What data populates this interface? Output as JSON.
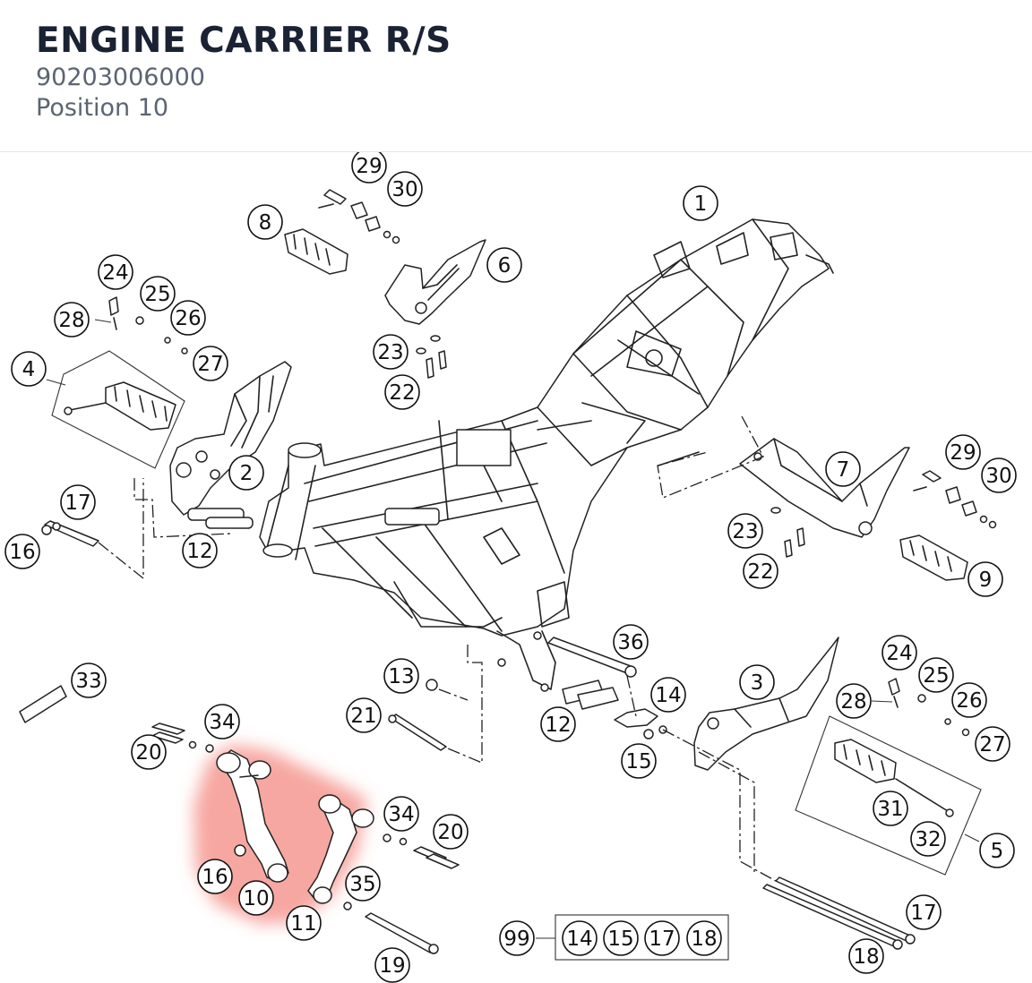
{
  "header": {
    "title": "ENGINE CARRIER R/S",
    "part_number": "90203006000",
    "position": "Position 10"
  },
  "colors": {
    "highlight": "#f2685c",
    "line": "#222222",
    "title": "#1a2233",
    "subtitle": "#5b6472"
  },
  "labels": [
    {
      "id": "callout-1",
      "text": "1"
    },
    {
      "id": "callout-2",
      "text": "2"
    },
    {
      "id": "callout-3",
      "text": "3"
    },
    {
      "id": "callout-4",
      "text": "4"
    },
    {
      "id": "callout-5",
      "text": "5"
    },
    {
      "id": "callout-6",
      "text": "6"
    },
    {
      "id": "callout-7",
      "text": "7"
    },
    {
      "id": "callout-8",
      "text": "8"
    },
    {
      "id": "callout-9",
      "text": "9"
    },
    {
      "id": "callout-10",
      "text": "10"
    },
    {
      "id": "callout-11",
      "text": "11"
    },
    {
      "id": "callout-12-left",
      "text": "12"
    },
    {
      "id": "callout-12-center",
      "text": "12"
    },
    {
      "id": "callout-13",
      "text": "13"
    },
    {
      "id": "callout-14-right",
      "text": "14"
    },
    {
      "id": "callout-15",
      "text": "15"
    },
    {
      "id": "callout-16-left",
      "text": "16"
    },
    {
      "id": "callout-16-highlight",
      "text": "16"
    },
    {
      "id": "callout-17-left",
      "text": "17"
    },
    {
      "id": "callout-17-right",
      "text": "17"
    },
    {
      "id": "callout-18",
      "text": "18"
    },
    {
      "id": "callout-19",
      "text": "19"
    },
    {
      "id": "callout-20-left",
      "text": "20"
    },
    {
      "id": "callout-20-right",
      "text": "20"
    },
    {
      "id": "callout-21",
      "text": "21"
    },
    {
      "id": "callout-22-top",
      "text": "22"
    },
    {
      "id": "callout-22-right",
      "text": "22"
    },
    {
      "id": "callout-23-top",
      "text": "23"
    },
    {
      "id": "callout-23-right",
      "text": "23"
    },
    {
      "id": "callout-24-left",
      "text": "24"
    },
    {
      "id": "callout-24-right",
      "text": "24"
    },
    {
      "id": "callout-25-left",
      "text": "25"
    },
    {
      "id": "callout-25-right",
      "text": "25"
    },
    {
      "id": "callout-26-left",
      "text": "26"
    },
    {
      "id": "callout-26-right",
      "text": "26"
    },
    {
      "id": "callout-27-left",
      "text": "27"
    },
    {
      "id": "callout-27-right",
      "text": "27"
    },
    {
      "id": "callout-28-left",
      "text": "28"
    },
    {
      "id": "callout-28-right",
      "text": "28"
    },
    {
      "id": "callout-29-top",
      "text": "29"
    },
    {
      "id": "callout-29-right",
      "text": "29"
    },
    {
      "id": "callout-30-top",
      "text": "30"
    },
    {
      "id": "callout-30-right",
      "text": "30"
    },
    {
      "id": "callout-31",
      "text": "31"
    },
    {
      "id": "callout-32",
      "text": "32"
    },
    {
      "id": "callout-33",
      "text": "33"
    },
    {
      "id": "callout-34-left",
      "text": "34"
    },
    {
      "id": "callout-34-right",
      "text": "34"
    },
    {
      "id": "callout-35",
      "text": "35"
    },
    {
      "id": "callout-36",
      "text": "36"
    },
    {
      "id": "callout-99",
      "text": "99"
    },
    {
      "id": "kit-14",
      "text": "14"
    },
    {
      "id": "kit-15",
      "text": "15"
    },
    {
      "id": "kit-17",
      "text": "17"
    },
    {
      "id": "kit-18",
      "text": "18"
    }
  ]
}
